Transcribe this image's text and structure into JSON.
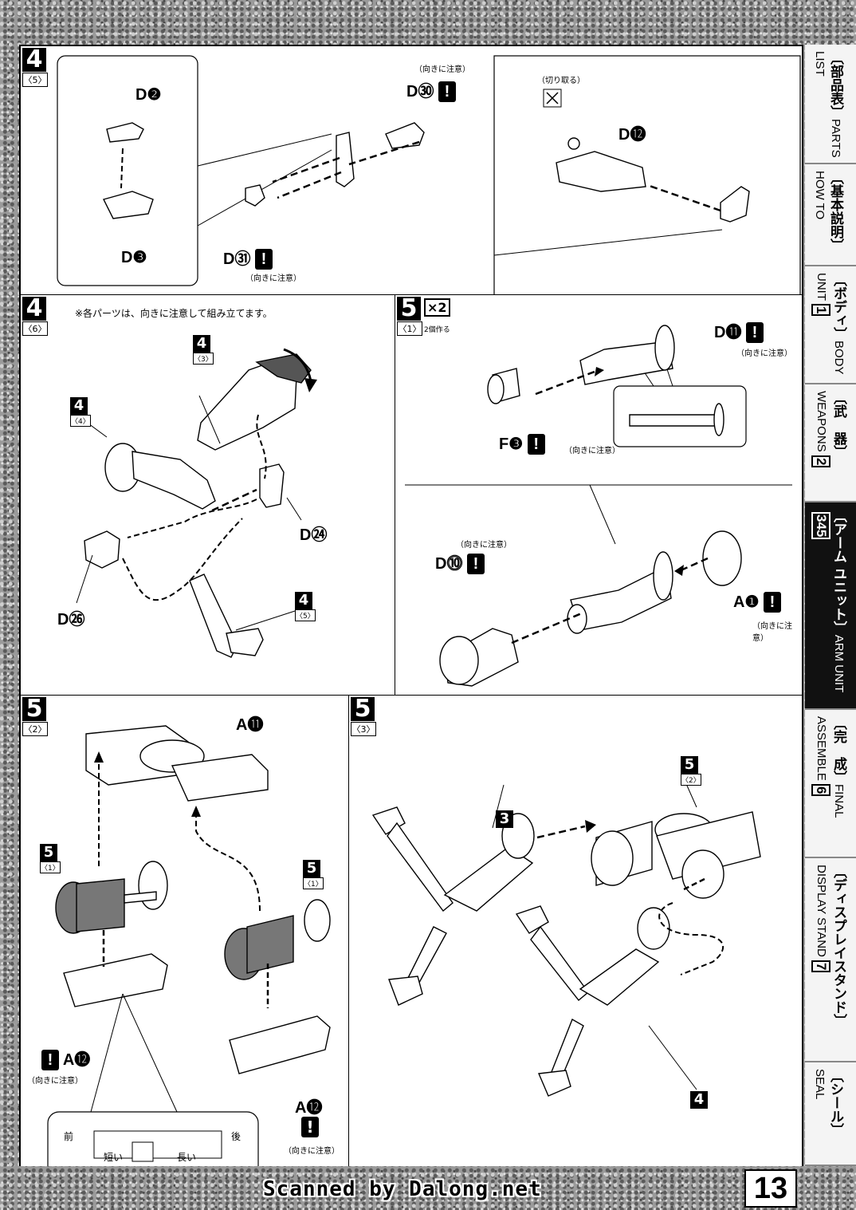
{
  "panels": {
    "p4_5": {
      "step": "4",
      "sub": "〈5〉",
      "d2": "D❷",
      "d3": "D❸",
      "d30": "D㉚",
      "d31": "D㉛",
      "note_top": "（向きに注意）",
      "note_bottom": "（向きに注意）",
      "cut": "（切り取る）",
      "d12": "D⓬"
    },
    "p4_6": {
      "step": "4",
      "sub": "〈6〉",
      "instruction": "※各パーツは、向きに注意して組み立てます。",
      "s43_n": "4",
      "s43_s": "〈3〉",
      "s44_n": "4",
      "s44_s": "〈4〉",
      "s45_n": "4",
      "s45_s": "〈5〉",
      "d24": "D㉔",
      "d26": "D㉖"
    },
    "p5_1": {
      "step": "5",
      "sub": "〈1〉",
      "mult": "×2",
      "make2": "2個作る",
      "d11": "D⓫",
      "d11_note": "（向きに注意）",
      "f3": "F❸",
      "f3_note": "（向きに注意）",
      "d10": "D⓾",
      "d10_note": "（向きに注意）",
      "a1": "A❶",
      "a1_note": "（向きに注意）"
    },
    "p5_2": {
      "step": "5",
      "sub": "〈2〉",
      "a11": "A⓫",
      "s51a_n": "5",
      "s51a_s": "〈1〉",
      "s51b_n": "5",
      "s51b_s": "〈1〉",
      "a12_left": "A⓬",
      "a12_left_note": "（向きに注意）",
      "a12_right": "A⓬",
      "a12_right_note": "（向きに注意）",
      "front": "前",
      "back": "後",
      "short": "短い",
      "long": "長い"
    },
    "p5_3": {
      "step": "5",
      "sub": "〈3〉",
      "s52_n": "5",
      "s52_s": "〈2〉",
      "b3": "3",
      "b4": "4"
    }
  },
  "warn_symbol": "!",
  "sidebar": [
    {
      "jp": "〔部品表〕",
      "en": "PARTS LIST",
      "num": ""
    },
    {
      "jp": "〔基本説明〕",
      "en": "HOW TO",
      "num": ""
    },
    {
      "jp": "〔ボディ〕",
      "en": "BODY UNIT",
      "num": "1"
    },
    {
      "jp": "〔武　器〕",
      "en": "WEAPONS",
      "num": "2"
    },
    {
      "jp": "〔アーム ユニット〕",
      "en": "ARM UNIT",
      "num": "345"
    },
    {
      "jp": "〔完　成〕",
      "en": "FINAL ASSEMBLE",
      "num": "6"
    },
    {
      "jp": "〔ディスプレイスタンド〕",
      "en": "DISPLAY STAND",
      "num": "7"
    },
    {
      "jp": "〔シール〕",
      "en": "SEAL",
      "num": ""
    }
  ],
  "footer": "Scanned by Dalong.net",
  "page_number": "13"
}
